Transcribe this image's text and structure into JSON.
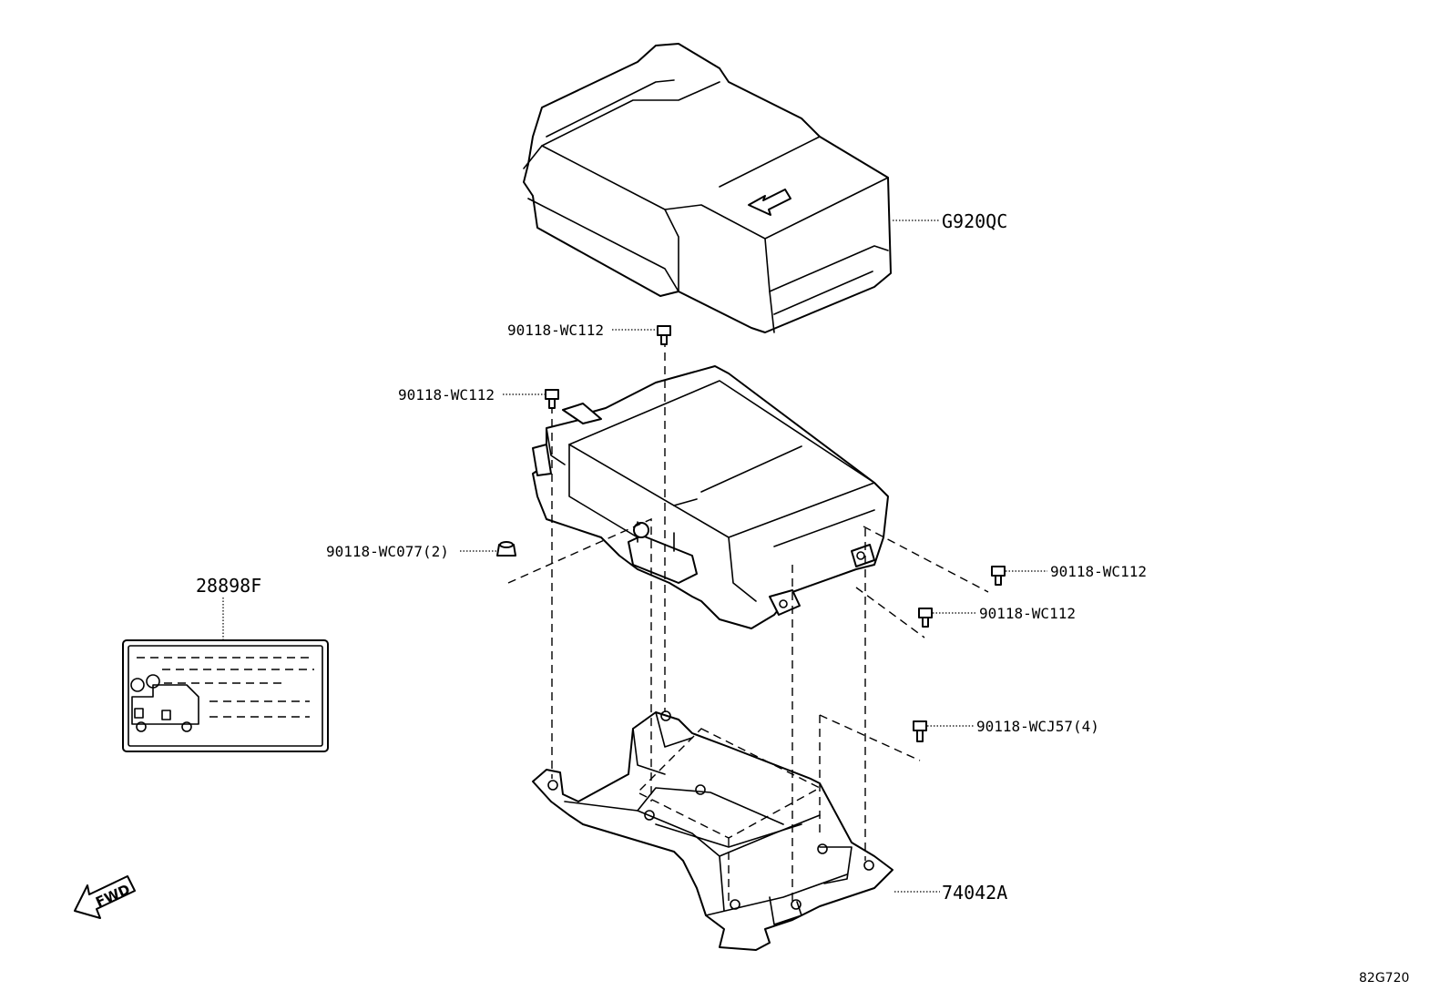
{
  "parts": {
    "cover": "G920QC",
    "bolt_top_center": "90118-WC112",
    "bolt_top_left": "90118-WC112",
    "nut_left": "90118-WC077(2)",
    "bolt_right_upper": "90118-WC112",
    "bolt_right_middle": "90118-WC112",
    "bolt_right_lower": "90118-WCJ57(4)",
    "label_plate": "28898F",
    "bracket": "74042A"
  },
  "fwd_arrow_text": "FWD",
  "reference_code": "82G720"
}
